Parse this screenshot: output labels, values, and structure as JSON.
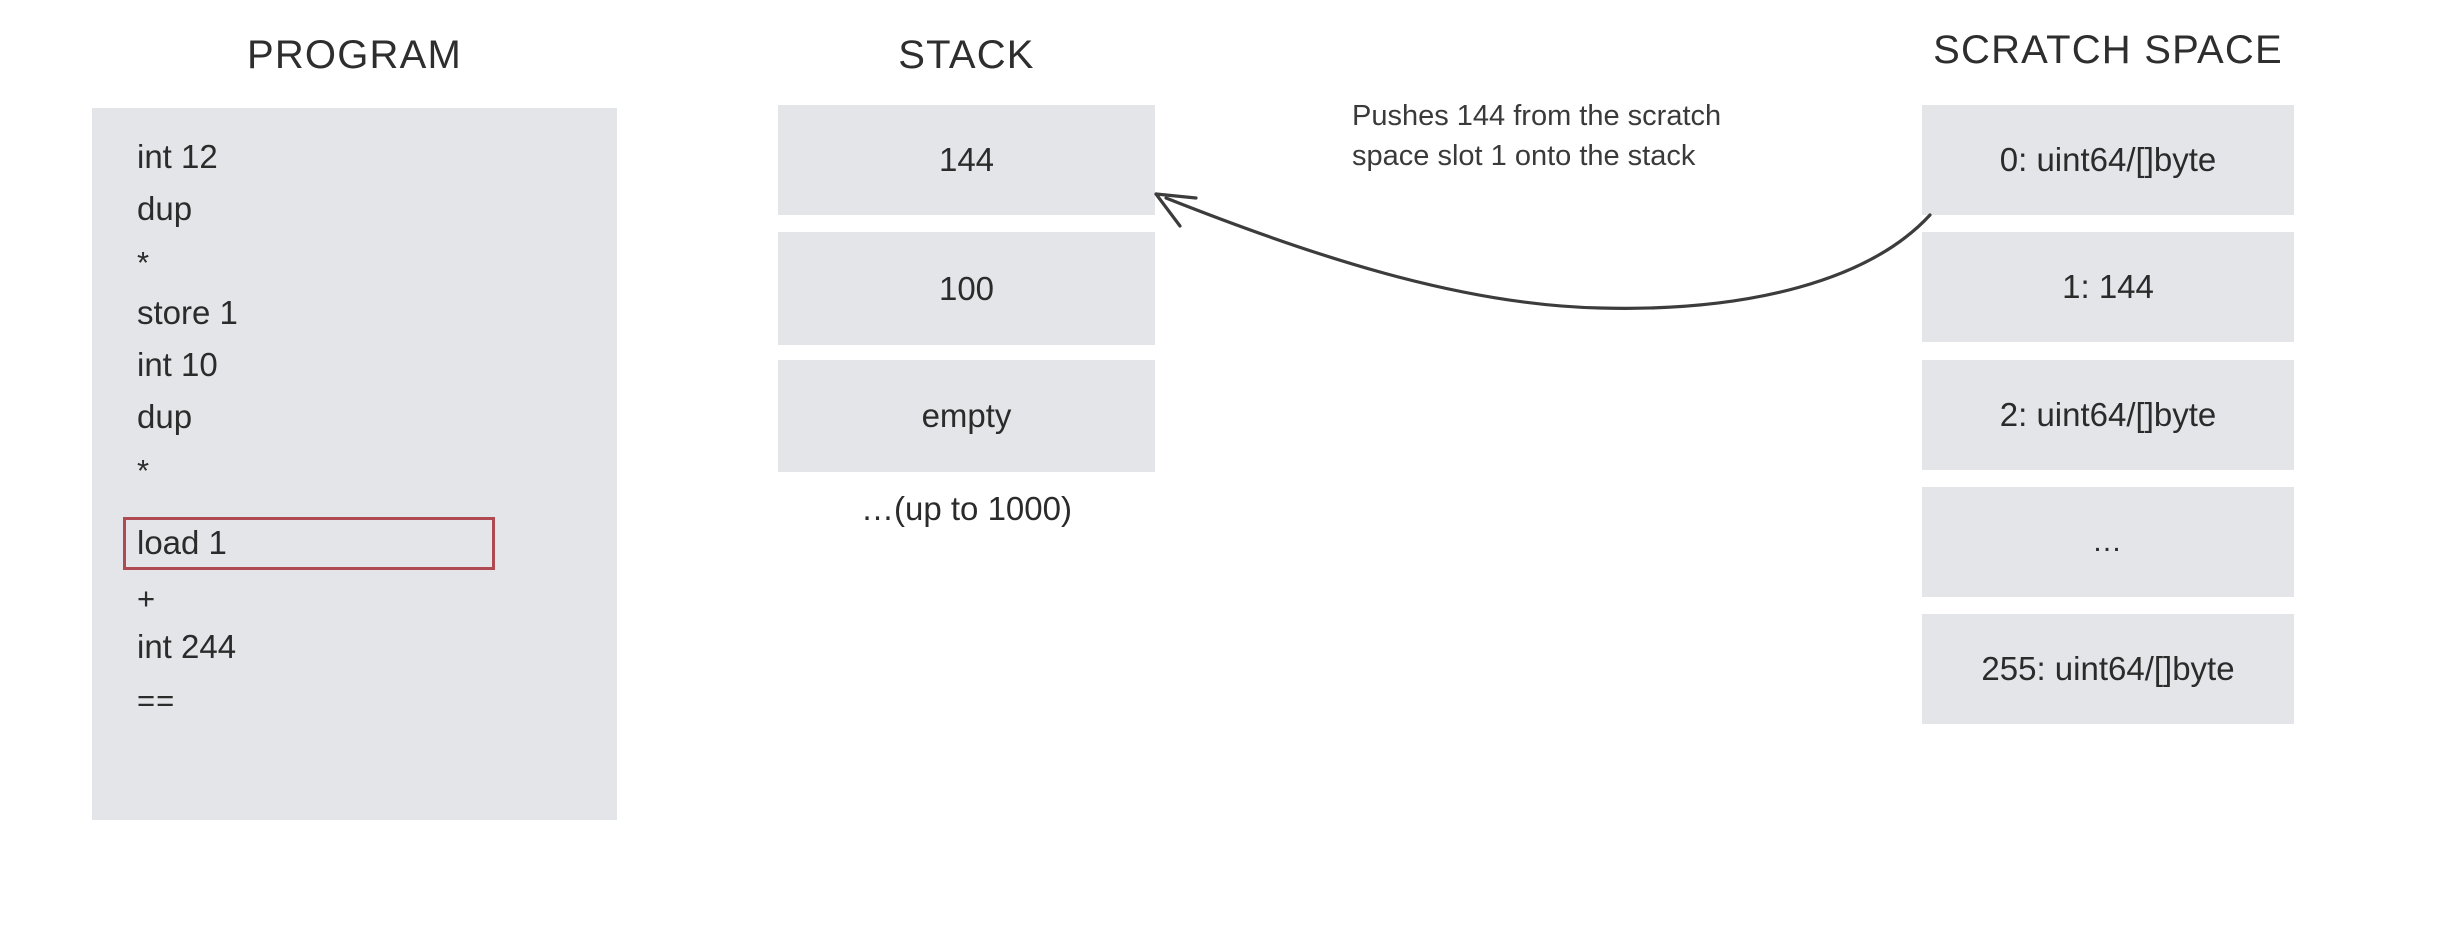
{
  "columns": {
    "program": {
      "title": "PROGRAM",
      "lines": [
        {
          "text": "int 12",
          "symbol": false,
          "highlighted": false
        },
        {
          "text": "dup",
          "symbol": false,
          "highlighted": false
        },
        {
          "text": "*",
          "symbol": true,
          "highlighted": false
        },
        {
          "text": "store 1",
          "symbol": false,
          "highlighted": false
        },
        {
          "text": "int 10",
          "symbol": false,
          "highlighted": false
        },
        {
          "text": "dup",
          "symbol": false,
          "highlighted": false
        },
        {
          "text": "*",
          "symbol": true,
          "highlighted": false
        },
        {
          "text": "load 1",
          "symbol": false,
          "highlighted": true
        },
        {
          "text": "+",
          "symbol": true,
          "highlighted": false
        },
        {
          "text": "int 244",
          "symbol": false,
          "highlighted": false
        },
        {
          "text": "==",
          "symbol": true,
          "highlighted": false
        }
      ],
      "highlight_color": "#b04a52"
    },
    "stack": {
      "title": "STACK",
      "cells": [
        {
          "label": "144"
        },
        {
          "label": "100"
        },
        {
          "label": "empty"
        }
      ],
      "caption": "…(up to 1000)"
    },
    "scratch_space": {
      "title": "SCRATCH SPACE",
      "cells": [
        {
          "label": "0: uint64/[]byte",
          "ellipsis": false
        },
        {
          "label": "1: 144",
          "ellipsis": false
        },
        {
          "label": "2: uint64/[]byte",
          "ellipsis": false
        },
        {
          "label": "…",
          "ellipsis": true
        },
        {
          "label": "255: uint64/[]byte",
          "ellipsis": false
        }
      ]
    }
  },
  "annotation": {
    "line1": "Pushes 144 from the scratch",
    "line2": "space slot 1 onto the stack"
  },
  "colors": {
    "panel_fill": "#e4e5e9",
    "text": "#2b2b2b",
    "highlight_border": "#b04a52",
    "arrow": "#3c3c3c",
    "background": "#ffffff"
  }
}
